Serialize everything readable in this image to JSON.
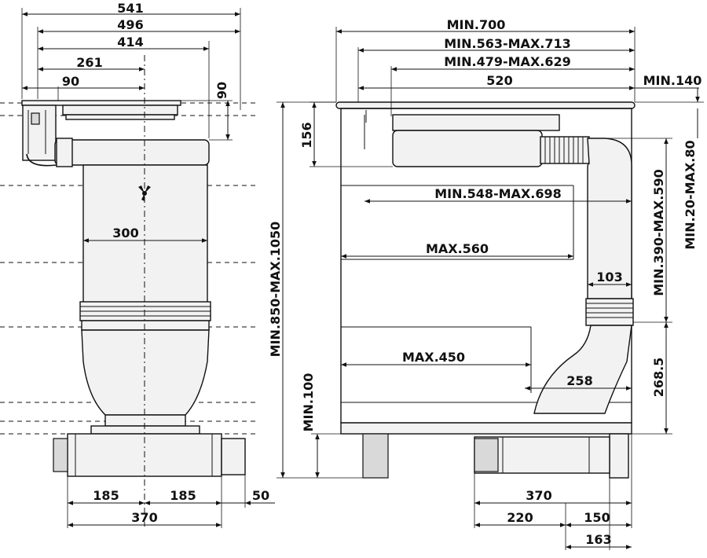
{
  "left_view": {
    "dims": {
      "w541": "541",
      "w496": "496",
      "w414": "414",
      "w261": "261",
      "w90": "90",
      "h90": "90",
      "w300": "300",
      "w185a": "185",
      "w185b": "185",
      "w50": "50",
      "w370": "370"
    }
  },
  "right_view": {
    "dims": {
      "min700": "MIN.700",
      "min563": "MIN.563-MAX.713",
      "min479": "MIN.479-MAX.629",
      "w520": "520",
      "min140": "MIN.140",
      "h156": "156",
      "min548": "MIN.548-MAX.698",
      "max560": "MAX.560",
      "w103": "103",
      "max450": "MAX.450",
      "w258": "258",
      "h2685": "268.5",
      "min850": "MIN.850-MAX.1050",
      "min100": "MIN.100",
      "min390": "MIN.390-MAX.590",
      "min20": "MIN.20-MAX.80",
      "w370": "370",
      "w220": "220",
      "w150": "150",
      "w163": "163"
    }
  }
}
